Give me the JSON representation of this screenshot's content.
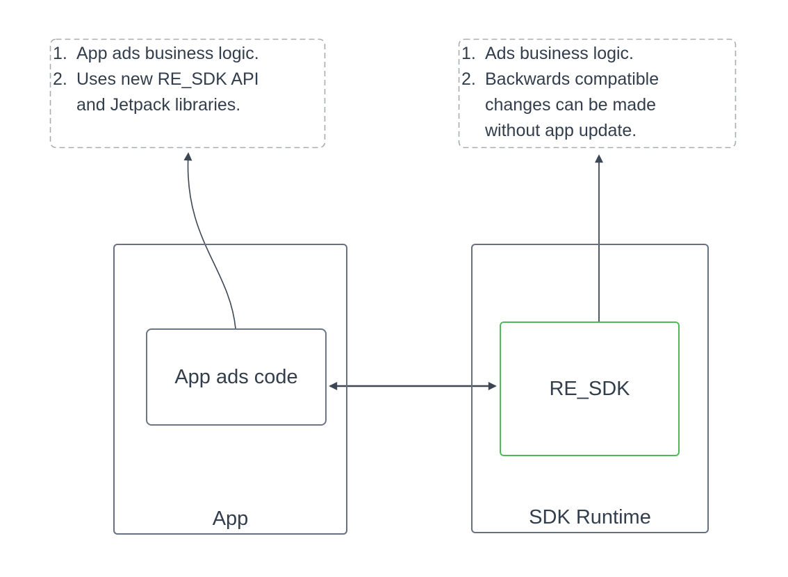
{
  "colors": {
    "text": "#333e4d",
    "box_stroke": "#667080",
    "inner_box_stroke": "#6b7584",
    "green_stroke": "#4fb85a",
    "dashed_stroke": "#a8adb4",
    "arrow": "#3c4654"
  },
  "notes_left": {
    "items": [
      {
        "num": "1.",
        "text": "App ads business logic."
      },
      {
        "num": "2.",
        "text": "Uses new RE_SDK API\nand Jetpack libraries."
      }
    ]
  },
  "notes_right": {
    "items": [
      {
        "num": "1.",
        "text": "Ads business logic."
      },
      {
        "num": "2.",
        "text": "Backwards compatible\nchanges can be made\nwithout app update."
      }
    ]
  },
  "app_box": {
    "label": "App"
  },
  "app_ads_code_box": {
    "label": "App ads code"
  },
  "sdk_runtime_box": {
    "label": "SDK Runtime"
  },
  "re_sdk_box": {
    "label": "RE_SDK"
  }
}
